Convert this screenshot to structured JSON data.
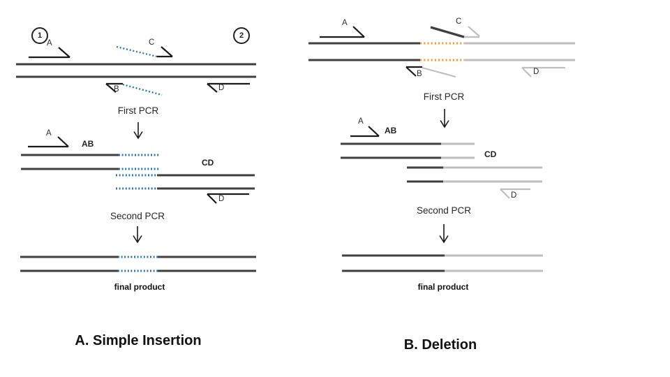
{
  "figure": {
    "colors": {
      "strand_dark": "#3f3f3f",
      "strand_light": "#bfbfbf",
      "insert_blue": "#2e74b5",
      "deletion_orange": "#f49b2d",
      "primer_black": "#1a1a1a"
    }
  },
  "panel_a": {
    "title": "A. Simple Insertion",
    "badge_1": "1",
    "badge_2": "2",
    "primer_a": "A",
    "primer_b": "B",
    "primer_c": "C",
    "primer_d": "D",
    "step_1": "First PCR",
    "step_2": "Second PCR",
    "fragment_ab": "AB",
    "fragment_cd": "CD",
    "final_label": "final product"
  },
  "panel_b": {
    "title": "B. Deletion",
    "primer_a": "A",
    "primer_b": "B",
    "primer_c": "C",
    "primer_d": "D",
    "step_1": "First PCR",
    "step_2": "Second PCR",
    "fragment_ab": "AB",
    "fragment_cd": "CD",
    "final_label": "final product"
  }
}
